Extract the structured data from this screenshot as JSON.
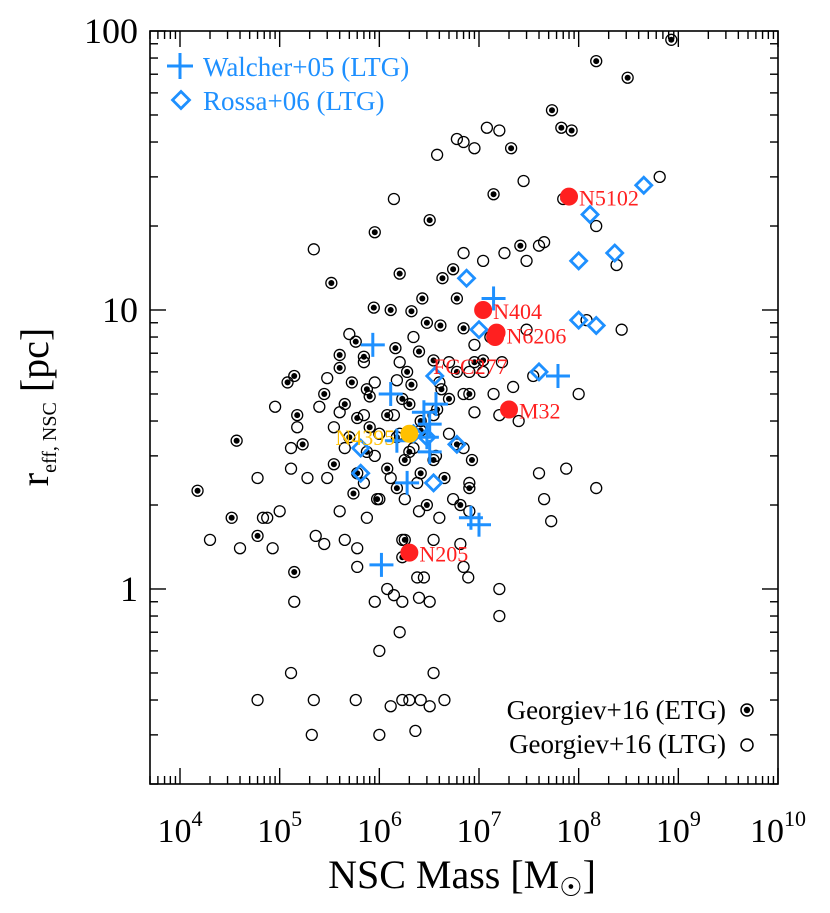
{
  "chart_data": {
    "type": "scatter",
    "title": "",
    "xlabel": "NSC Mass [M",
    "xlabel_suffix": "]",
    "ylabel": "r",
    "ylabel_sub": "eff, NSC",
    "ylabel_suffix": " [pc]",
    "xscale": "log",
    "yscale": "log",
    "xlim": [
      5000,
      10000000000
    ],
    "ylim": [
      0.2,
      100
    ],
    "grid": false,
    "x_ticks": [
      {
        "value": 10000,
        "base": "10",
        "exp": "4"
      },
      {
        "value": 100000,
        "base": "10",
        "exp": "5"
      },
      {
        "value": 1000000,
        "base": "10",
        "exp": "6"
      },
      {
        "value": 10000000,
        "base": "10",
        "exp": "7"
      },
      {
        "value": 100000000,
        "base": "10",
        "exp": "8"
      },
      {
        "value": 1000000000,
        "base": "10",
        "exp": "9"
      },
      {
        "value": 10000000000,
        "base": "10",
        "exp": "10"
      }
    ],
    "y_ticks": [
      {
        "value": 1,
        "label": "1"
      },
      {
        "value": 10,
        "label": "10"
      },
      {
        "value": 100,
        "label": "100"
      }
    ],
    "legend_top_left": [
      {
        "label": "Walcher+05 (LTG)",
        "series": "walcher"
      },
      {
        "label": "Rossa+06 (LTG)",
        "series": "rossa"
      }
    ],
    "legend_bottom_right": [
      {
        "label": "Georgiev+16 (ETG)",
        "series": "etg"
      },
      {
        "label": "Georgiev+16 (LTG)",
        "series": "ltg"
      }
    ],
    "colors": {
      "walcher": "#1e90ff",
      "rossa": "#1e90ff",
      "named": "#ff2020",
      "named_gold": "#ffc000",
      "axis": "#000000"
    },
    "series": [
      {
        "name": "Georgiev+16 (ETG)",
        "marker": "dotted-circle",
        "points": [
          [
            850000000,
            93
          ],
          [
            150000000,
            78
          ],
          [
            310000000,
            68
          ],
          [
            54000000,
            52
          ],
          [
            67000000,
            45
          ],
          [
            85000000,
            44
          ],
          [
            21000000,
            38
          ],
          [
            14000000,
            26
          ],
          [
            70000000,
            25
          ],
          [
            3200000,
            21
          ],
          [
            900000,
            19
          ],
          [
            26000000,
            17
          ],
          [
            5500000,
            14
          ],
          [
            1600000,
            13.5
          ],
          [
            4300000,
            13
          ],
          [
            330000,
            12.5
          ],
          [
            2700000,
            11
          ],
          [
            6000000,
            11
          ],
          [
            880000,
            10.2
          ],
          [
            1300000,
            10
          ],
          [
            2100000,
            9.9
          ],
          [
            3000000,
            9
          ],
          [
            4100000,
            8.8
          ],
          [
            7000000,
            8.6
          ],
          [
            580000,
            7.7
          ],
          [
            1450000,
            7.3
          ],
          [
            2500000,
            7.1
          ],
          [
            3500000,
            6.6
          ],
          [
            11000000,
            6.6
          ],
          [
            9000000,
            6.5
          ],
          [
            400000,
            6.2
          ],
          [
            1900000,
            6
          ],
          [
            6000000,
            6
          ],
          [
            140000,
            5.8
          ],
          [
            530000,
            5.5
          ],
          [
            120000,
            5.5
          ],
          [
            750000,
            5.2
          ],
          [
            2100000,
            5.4
          ],
          [
            4200000,
            5.2
          ],
          [
            280000,
            5
          ],
          [
            800000,
            4.9
          ],
          [
            1700000,
            4.8
          ],
          [
            450000,
            4.6
          ],
          [
            2000000,
            4.6
          ],
          [
            3800000,
            4.4
          ],
          [
            150000,
            4.2
          ],
          [
            600000,
            4.1
          ],
          [
            1200000,
            4.2
          ],
          [
            2600000,
            4
          ],
          [
            800000,
            3.8
          ],
          [
            2600000,
            3.7
          ],
          [
            37000,
            3.4
          ],
          [
            170000,
            3.3
          ],
          [
            500000,
            3.5
          ],
          [
            1500000,
            3.5
          ],
          [
            6000000,
            3.3
          ],
          [
            750000,
            3.1
          ],
          [
            2000000,
            3.1
          ],
          [
            350000,
            2.8
          ],
          [
            1800000,
            2.9
          ],
          [
            3500000,
            2.9
          ],
          [
            8500000,
            2.9
          ],
          [
            600000,
            2.6
          ],
          [
            1200000,
            2.7
          ],
          [
            2600000,
            2.6
          ],
          [
            4500000,
            2.5
          ],
          [
            1500000,
            2.3
          ],
          [
            15000,
            2.25
          ],
          [
            550000,
            2.2
          ],
          [
            8000000,
            2.3
          ],
          [
            950000,
            2.1
          ],
          [
            3000000,
            2
          ],
          [
            6500000,
            2
          ],
          [
            33000,
            1.8
          ],
          [
            60000,
            1.55
          ],
          [
            1800000,
            1.5
          ],
          [
            140000,
            1.15
          ],
          [
            1700000,
            1.3
          ],
          [
            400000,
            6.9
          ],
          [
            700000,
            6.8
          ],
          [
            8000000,
            5
          ],
          [
            5000000,
            4.8
          ]
        ]
      },
      {
        "name": "Georgiev+16 (LTG)",
        "marker": "circle",
        "points": [
          [
            6000000,
            41
          ],
          [
            3800000,
            36
          ],
          [
            7000000,
            40
          ],
          [
            9000000,
            38
          ],
          [
            12000000,
            45
          ],
          [
            16000000,
            44
          ],
          [
            1400000,
            25
          ],
          [
            28000000,
            29
          ],
          [
            650000000,
            30
          ],
          [
            220000,
            16.5
          ],
          [
            7000000,
            16
          ],
          [
            11000000,
            15
          ],
          [
            18000000,
            16
          ],
          [
            30000000,
            15
          ],
          [
            40000000,
            17
          ],
          [
            45000000,
            17.5
          ],
          [
            150000000,
            20
          ],
          [
            240000000,
            14.5
          ],
          [
            120000000,
            9.2
          ],
          [
            270000000,
            8.5
          ],
          [
            500000,
            8.2
          ],
          [
            2200000,
            8
          ],
          [
            9000000,
            7.5
          ],
          [
            13000000,
            8
          ],
          [
            30000000,
            8.5
          ],
          [
            700000,
            6.5
          ],
          [
            1600000,
            6.5
          ],
          [
            5000000,
            6.5
          ],
          [
            8000000,
            6
          ],
          [
            11000000,
            6
          ],
          [
            17000000,
            6.5
          ],
          [
            35000000,
            5.8
          ],
          [
            300000,
            5.7
          ],
          [
            900000,
            5.5
          ],
          [
            1500000,
            5.6
          ],
          [
            4000000,
            5.5
          ],
          [
            7000000,
            5
          ],
          [
            14000000,
            5
          ],
          [
            22000000,
            5.3
          ],
          [
            100000000,
            5
          ],
          [
            90000,
            4.5
          ],
          [
            250000,
            4.5
          ],
          [
            400000,
            4.3
          ],
          [
            700000,
            4.2
          ],
          [
            1400000,
            4.2
          ],
          [
            3500000,
            4.2
          ],
          [
            9000000,
            4.3
          ],
          [
            16000000,
            4.2
          ],
          [
            25000000,
            4
          ],
          [
            150000,
            3.8
          ],
          [
            350000,
            3.8
          ],
          [
            1000000,
            3.6
          ],
          [
            1600000,
            3.6
          ],
          [
            5000000,
            3.6
          ],
          [
            130000,
            3.2
          ],
          [
            450000,
            3.2
          ],
          [
            900000,
            3
          ],
          [
            2200000,
            3.2
          ],
          [
            3700000,
            3
          ],
          [
            7000000,
            3.2
          ],
          [
            190000,
            2.5
          ],
          [
            300000,
            2.5
          ],
          [
            700000,
            2.4
          ],
          [
            1300000,
            2.5
          ],
          [
            2400000,
            2.4
          ],
          [
            8000000,
            2.4
          ],
          [
            60000,
            2.5
          ],
          [
            130000,
            2.7
          ],
          [
            1000000,
            2.1
          ],
          [
            1800000,
            2.1
          ],
          [
            5500000,
            2.1
          ],
          [
            40000000,
            2.6
          ],
          [
            45000000,
            2.1
          ],
          [
            75000000,
            2.7
          ],
          [
            150000000,
            2.3
          ],
          [
            68000,
            1.8
          ],
          [
            75000,
            1.8
          ],
          [
            100000,
            1.9
          ],
          [
            400000,
            1.9
          ],
          [
            750000,
            1.8
          ],
          [
            2500000,
            1.9
          ],
          [
            4000000,
            1.8
          ],
          [
            8000000,
            1.9
          ],
          [
            53000000,
            1.75
          ],
          [
            20000,
            1.5
          ],
          [
            40000,
            1.4
          ],
          [
            85000,
            1.4
          ],
          [
            230000,
            1.55
          ],
          [
            280000,
            1.45
          ],
          [
            450000,
            1.5
          ],
          [
            600000,
            1.4
          ],
          [
            1700000,
            1.5
          ],
          [
            3500000,
            1.5
          ],
          [
            6500000,
            1.45
          ],
          [
            2400000,
            1.1
          ],
          [
            2800000,
            1.1
          ],
          [
            7000000,
            1.2
          ],
          [
            7800000,
            1.1
          ],
          [
            1200000,
            1
          ],
          [
            1400000,
            0.95
          ],
          [
            2500000,
            0.93
          ],
          [
            16000000,
            1
          ],
          [
            140000,
            0.9
          ],
          [
            900000,
            0.9
          ],
          [
            1700000,
            0.9
          ],
          [
            3200000,
            0.9
          ],
          [
            600000,
            1.2
          ],
          [
            16000000,
            0.8
          ],
          [
            1600000,
            0.7
          ],
          [
            1000000,
            0.6
          ],
          [
            130000,
            0.5
          ],
          [
            3500000,
            0.5
          ],
          [
            60000,
            0.4
          ],
          [
            220000,
            0.4
          ],
          [
            580000,
            0.4
          ],
          [
            1700000,
            0.4
          ],
          [
            2000000,
            0.4
          ],
          [
            2600000,
            0.4
          ],
          [
            210000,
            0.3
          ],
          [
            1000000,
            0.3
          ],
          [
            2300000,
            0.31
          ],
          [
            4500000,
            0.4
          ],
          [
            3200000,
            0.38
          ],
          [
            1300000,
            0.38
          ]
        ]
      },
      {
        "name": "Walcher+05 (LTG)",
        "marker": "plus",
        "points": [
          [
            14000000,
            11
          ],
          [
            860000,
            7.5
          ],
          [
            62000000,
            5.8
          ],
          [
            1300000,
            5
          ],
          [
            2800000,
            4.3
          ],
          [
            3000000,
            3.5
          ],
          [
            3200000,
            3.9
          ],
          [
            3700000,
            4.6
          ],
          [
            3200000,
            3.1
          ],
          [
            1500000,
            3.4
          ],
          [
            1900000,
            2.4
          ],
          [
            8300000,
            1.8
          ],
          [
            10000000,
            1.7
          ],
          [
            1050000,
            1.22
          ]
        ]
      },
      {
        "name": "Rossa+06 (LTG)",
        "marker": "diamond",
        "points": [
          [
            450000000,
            28
          ],
          [
            130000000,
            22
          ],
          [
            230000000,
            16
          ],
          [
            100000000,
            15
          ],
          [
            7500000,
            13
          ],
          [
            100000000,
            9.2
          ],
          [
            150000000,
            8.8
          ],
          [
            10000000,
            8.5
          ],
          [
            40000000,
            6
          ],
          [
            3600000,
            5.8
          ],
          [
            2200000,
            3.6
          ],
          [
            3000000,
            3.5
          ],
          [
            650000,
            3.2
          ],
          [
            6000000,
            3.3
          ],
          [
            650000,
            2.6
          ],
          [
            3500000,
            2.4
          ]
        ]
      }
    ],
    "named_objects": [
      {
        "label": "N5102",
        "x": 80000000,
        "y": 25.5,
        "color": "red",
        "label_dx": 4,
        "label_dy": 0
      },
      {
        "label": "N404",
        "x": 11000000,
        "y": 10,
        "color": "red",
        "label_dx": 4,
        "label_dy": 0
      },
      {
        "label": "N205",
        "x": 2000000,
        "y": 1.35,
        "color": "red",
        "label_dx": 4,
        "label_dy": 0
      },
      {
        "label": "M32",
        "x": 20000000,
        "y": 4.4,
        "color": "red",
        "label_dx": 4,
        "label_dy": 0
      },
      {
        "label": "N6206",
        "x": 15000000,
        "y": 8.3,
        "color": "red",
        "label_dx": 4,
        "label_dy": 2
      },
      {
        "label": "FCC277",
        "x": 14500000,
        "y": 8.0,
        "color": "red",
        "label_dx": -68,
        "label_dy": 28
      },
      {
        "label": "N4395",
        "x": 2000000,
        "y": 3.6,
        "color": "gold",
        "label_dx": -80,
        "label_dy": 2
      }
    ]
  }
}
